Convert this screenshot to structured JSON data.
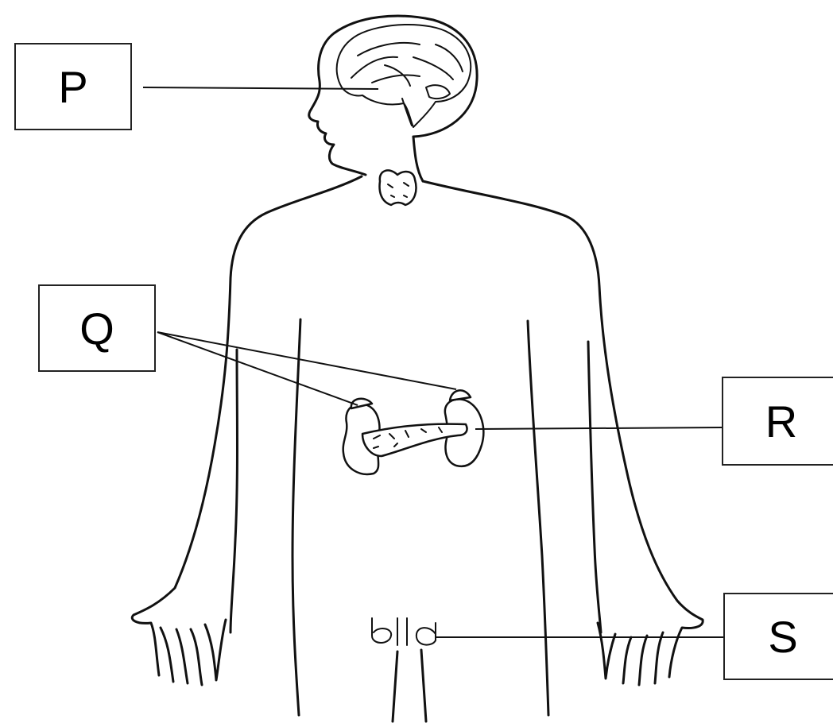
{
  "labels": {
    "p": "P",
    "q": "Q",
    "r": "R",
    "s": "S"
  },
  "colors": {
    "line": "#111111",
    "background": "#ffffff"
  }
}
